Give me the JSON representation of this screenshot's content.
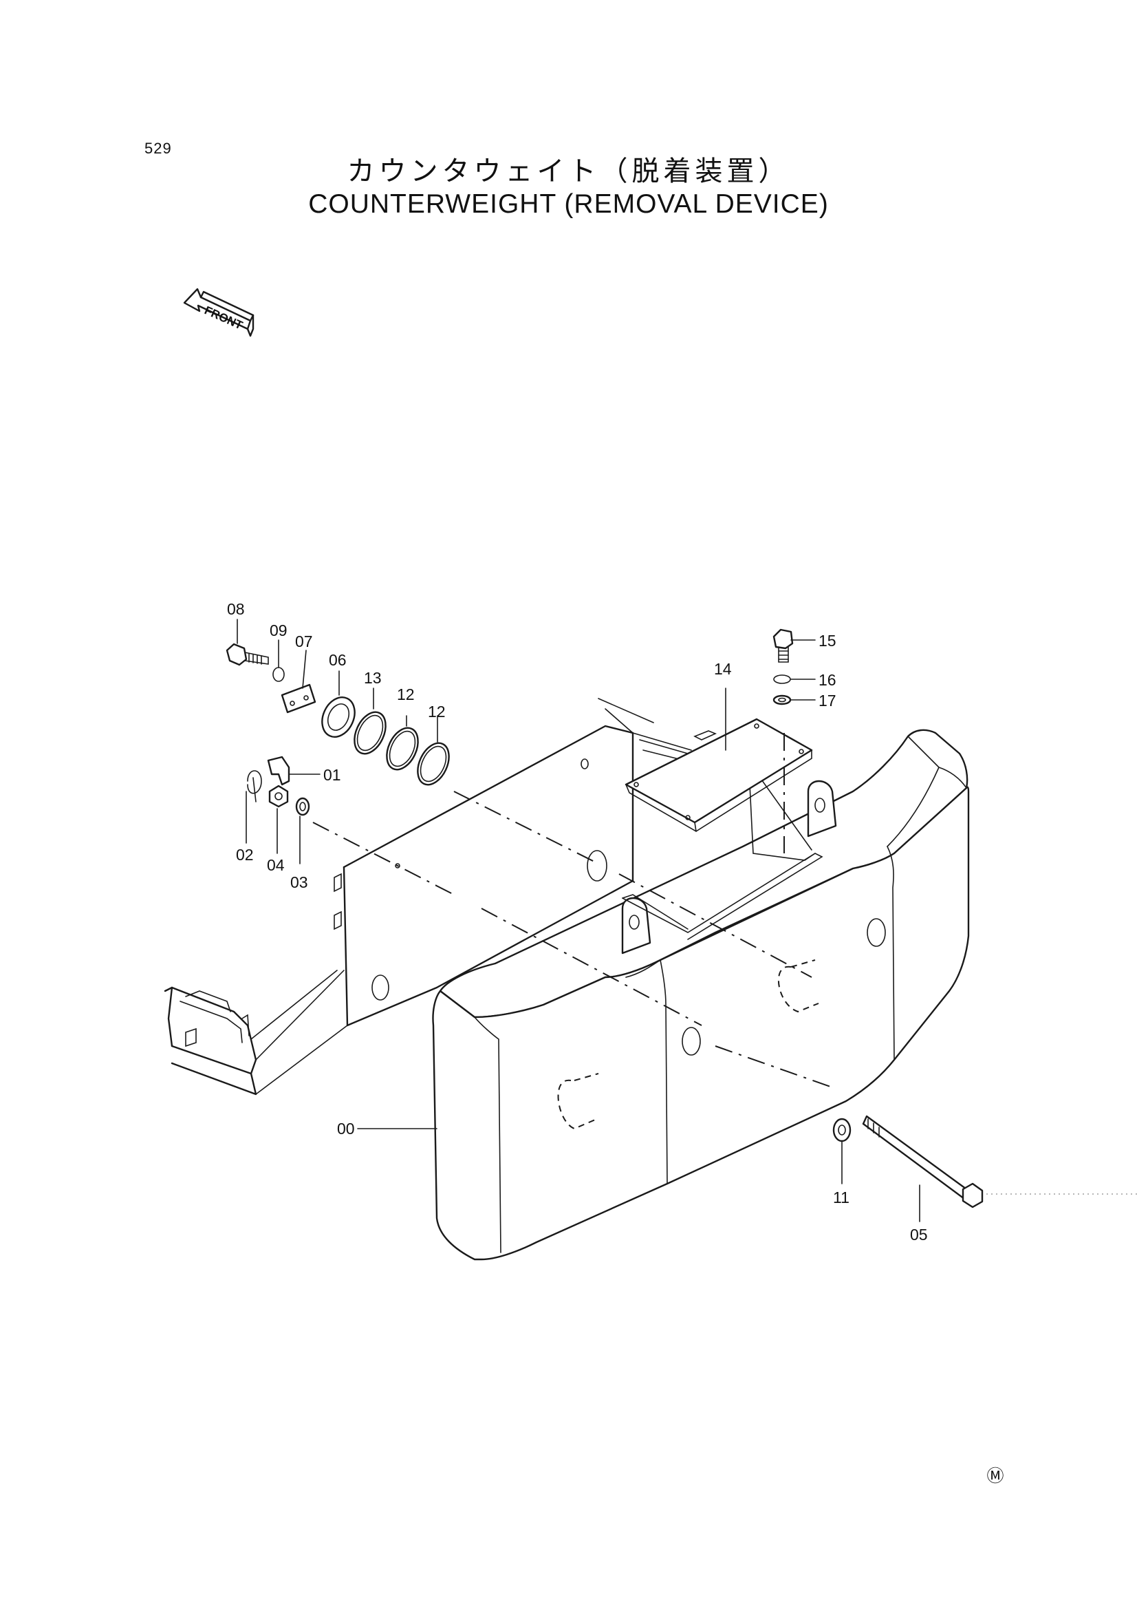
{
  "page_number": "529",
  "title_jp": "カウンタウェイト（脱着装置）",
  "title_en": "COUNTERWEIGHT (REMOVAL DEVICE)",
  "front_label": "FRONT",
  "corner_mark": "Ⓜ",
  "part_labels": {
    "p00": "00",
    "p01": "01",
    "p02": "02",
    "p03": "03",
    "p04": "04",
    "p05": "05",
    "p06": "06",
    "p07": "07",
    "p08": "08",
    "p09": "09",
    "p11": "11",
    "p12a": "12",
    "p12b": "12",
    "p13": "13",
    "p14": "14",
    "p15": "15",
    "p16": "16",
    "p17": "17"
  }
}
